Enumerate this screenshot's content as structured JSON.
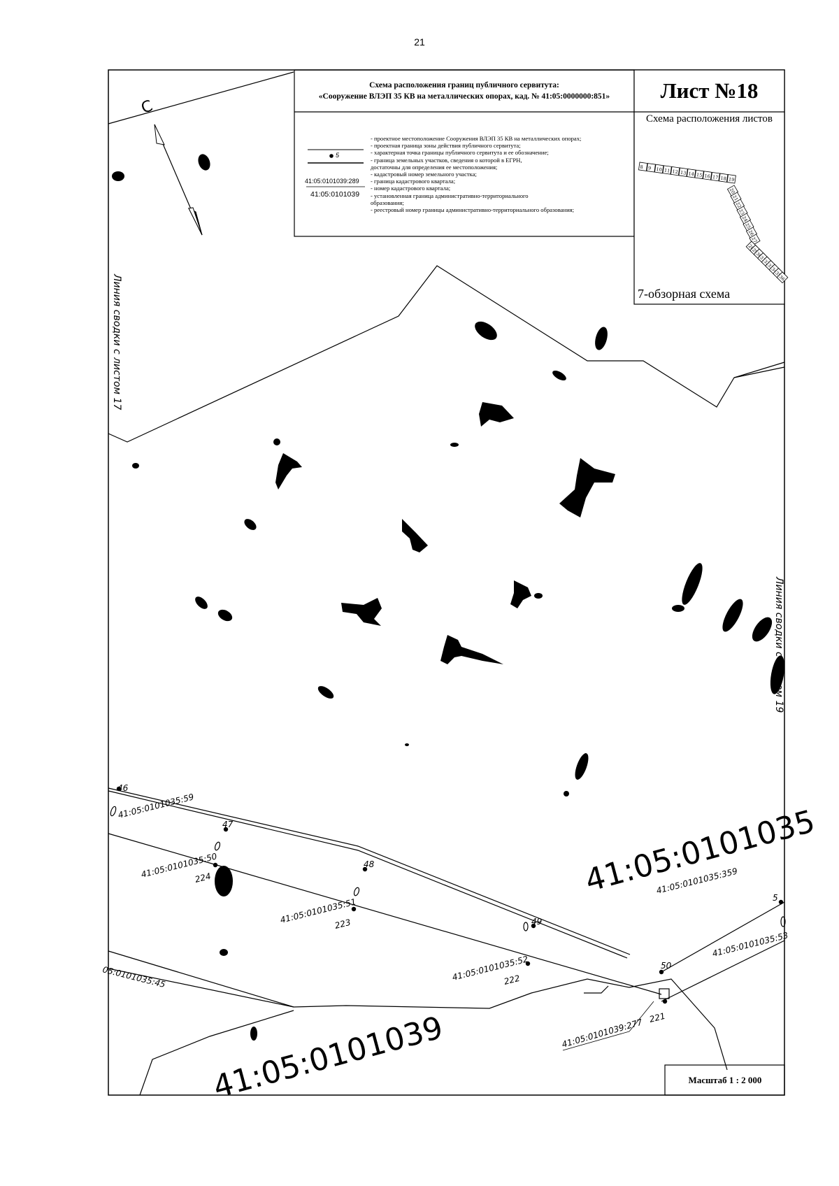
{
  "page_number": "21",
  "title": {
    "line1": "Схема расположения границ публичного сервитута:",
    "line2": "«Сооружение ВЛЭП 35 КВ на металлических опорах, кад. № 41:05:0000000:851»"
  },
  "sheet_label": "Лист №18",
  "layout": {
    "title": "Схема расположения листов",
    "caption": "7-обзорная схема",
    "sheets": [
      "8",
      "9",
      "10",
      "11",
      "12",
      "13",
      "14",
      "15",
      "16",
      "17",
      "18",
      "19",
      "20",
      "21",
      "22",
      "23",
      "24",
      "25",
      "26",
      "27",
      "28",
      "29",
      "30",
      "31",
      "32",
      "33",
      "34",
      "35",
      "36"
    ]
  },
  "legend": {
    "point_label": "5",
    "sample_cadastral_number": "41:05:0101039:289",
    "sample_quarter_number": "41:05:0101039",
    "items": [
      "- проектное местоположение Сооружения ВЛЭП 35 КВ на металлических опорах;",
      "- проектная граница зоны действия публичного сервитута;",
      "- характерная точка границы публичного сервитута и ее обозначение;",
      "- граница земельных участков, сведения о которой в ЕГРН,",
      "  достаточны для определения ее местоположения;",
      "- кадастровый номер земельного участка;",
      "- граница кадастрового квартала;",
      "- номер кадастрового квартала;",
      "- установленная граница административно-территориального",
      "  образования;",
      "- реестровый номер границы административно-территориального образования;"
    ]
  },
  "north_label": "С",
  "match_lines": {
    "left": "Линия сводки с листом 17",
    "right": "Линия сводки с листом 19"
  },
  "map_labels": {
    "quarter_main": "41:05:0101035",
    "quarter_bottom": "41:05:0101039",
    "parcels": {
      "p59": "41:05:0101035:59",
      "p50": "41:05:0101035:50",
      "p51": "41:05:0101035:51",
      "p52": "41:05:0101035:52",
      "p53": "41:05:0101035:53",
      "p359": "41:05:0101035:359",
      "p45": "05:0101035:45",
      "p277": "41:05:0101039:277"
    },
    "points": {
      "p46": "46",
      "p47": "47",
      "p48": "48",
      "p49": "49",
      "p50": "50",
      "p5": "5",
      "p224": "224",
      "p223": "223",
      "p222": "222",
      "p221": "221"
    }
  },
  "scale": "Масштаб 1 : 2 000"
}
